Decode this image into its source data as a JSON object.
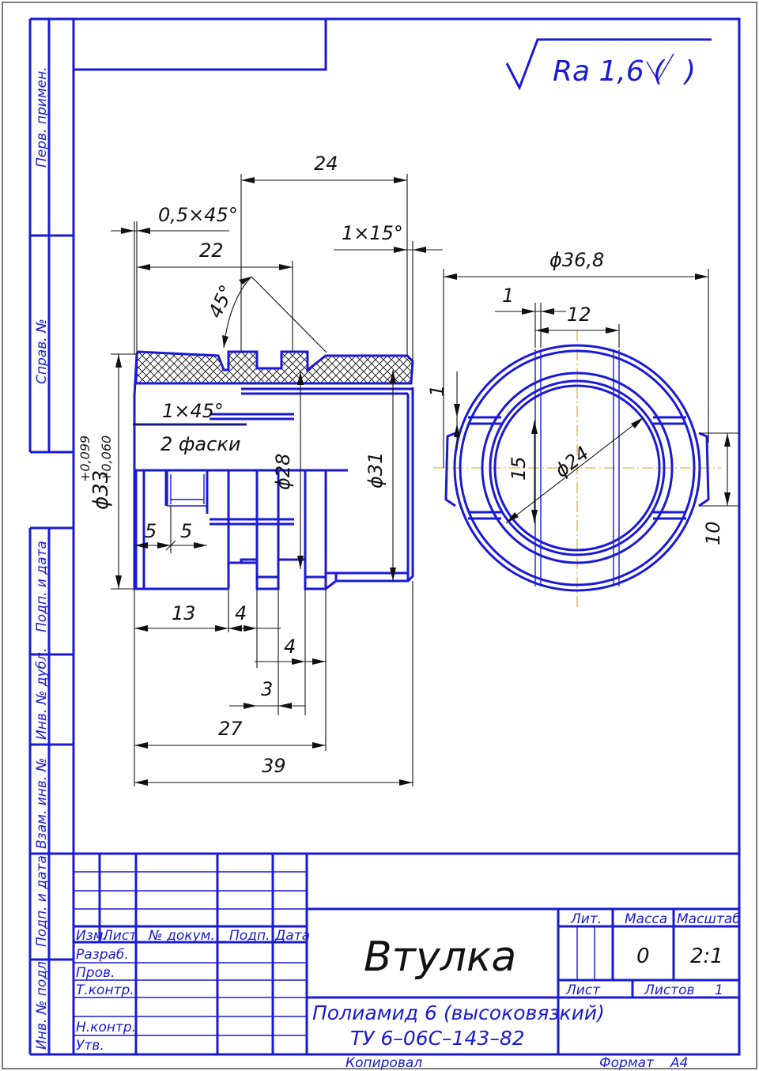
{
  "roughness": {
    "text": "Ra 1,6 (",
    "close": ")"
  },
  "side_stamps": [
    {
      "id": "perv",
      "label": "Перв. примен."
    },
    {
      "id": "sprav",
      "label": "Справ. №"
    },
    {
      "id": "podp1",
      "label": "Подп. и дата"
    },
    {
      "id": "dubl",
      "label": "Инв. № дубл."
    },
    {
      "id": "vzam",
      "label": "Взам. инв. №"
    },
    {
      "id": "podp2",
      "label": "Подп. и дата"
    },
    {
      "id": "podl",
      "label": "Инв. № подл."
    }
  ],
  "dimensions": {
    "d24": "24",
    "chamfer_05": "0,5×45°",
    "d22": "22",
    "chamfer_1x15": "1×15°",
    "angle45": "45°",
    "dia_outer": "ϕ36,8",
    "d1_top": "1",
    "d12": "12",
    "d1_left": "1",
    "chamfer_1x45": "1×45°",
    "two_chamfers": "2 фаски",
    "dia33_main": "ϕ33",
    "dia33_upper": "+0,099",
    "dia33_lower": "+0,060",
    "dia28": "ϕ28",
    "dia31": "ϕ31",
    "d15": "15",
    "dia24": "ϕ24",
    "d10": "10",
    "d5a": "5",
    "d5b": "5",
    "d13": "13",
    "d4a": "4",
    "d4b": "4",
    "d3": "3",
    "d27": "27",
    "d39": "39"
  },
  "title_block": {
    "col_izm": "Изм.",
    "col_list": "Лист",
    "col_doc": "№ докум.",
    "col_podp": "Подп.",
    "col_data": "Дата",
    "row_razrab": "Разраб.",
    "row_prov": "Пров.",
    "row_tkontr": "Т.контр.",
    "row_nkontr": "Н.контр.",
    "row_utv": "Утв.",
    "part_name": "Втулка",
    "material_line1": "Полиамид 6 (высоковязкий)",
    "material_line2": "ТУ 6–06С–143–82",
    "lit": "Лит.",
    "massa": "Масса",
    "masshtab": "Масштаб",
    "massa_value": "0",
    "scale_value": "2:1",
    "list": "Лист",
    "listov": "Листов",
    "listov_value": "1"
  },
  "footer": {
    "kopiroval": "Копировал",
    "format_label": "Формат",
    "format_value": "А4"
  }
}
